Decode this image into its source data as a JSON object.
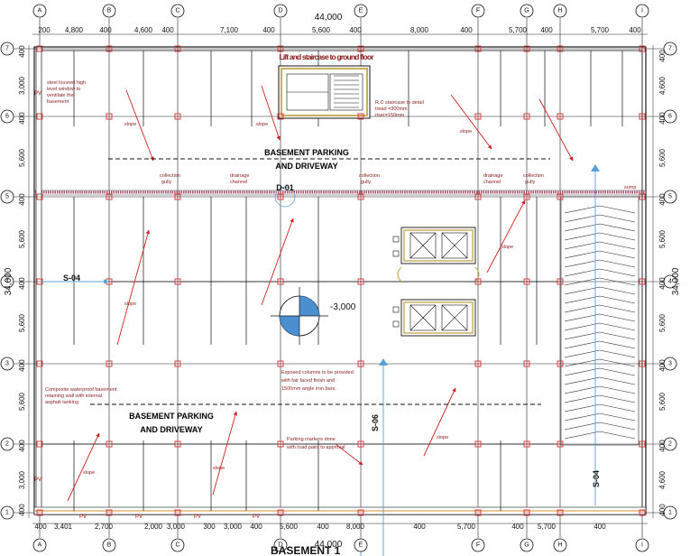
{
  "grid_columns": [
    "A",
    "B",
    "C",
    "D",
    "E",
    "F",
    "G",
    "H",
    "I"
  ],
  "grid_rows": [
    "7",
    "6",
    "5",
    "4",
    "3",
    "2",
    "1"
  ],
  "top_total_dim": "44,000",
  "bottom_total_dim": "44,000",
  "left_total_dim": "34,000",
  "right_total_dim": "34,000",
  "top_dims": [
    "200",
    "4,800",
    "400",
    "4,600",
    "400",
    "7,100",
    "400",
    "5,600",
    "400",
    "8,000",
    "400",
    "5,700",
    "400",
    "5,700",
    "400"
  ],
  "bottom_dims": [
    "400",
    "3,401",
    "2,700",
    "2,000",
    "3,000",
    "300",
    "3,000",
    "400",
    "5,600",
    "400",
    "8,000",
    "400",
    "5,700",
    "400",
    "5,700",
    "400"
  ],
  "left_dims": [
    "400",
    "3,000",
    "400",
    "5,600",
    "400",
    "5,600",
    "400",
    "5,600",
    "400",
    "5,600",
    "400",
    "3,000",
    "400"
  ],
  "right_dims": [
    "400",
    "4,600",
    "400",
    "5,600",
    "400",
    "5,600",
    "400",
    "5,600",
    "400",
    "5,600",
    "400",
    "4,600",
    "400"
  ],
  "labels": {
    "lift_staircase": "Lift and staircase to ground floor",
    "parking_top_1": "BASEMENT PARKING",
    "parking_top_2": "AND DRIVEWAY",
    "parking_bottom_1": "BASEMENT PARKING",
    "parking_bottom_2": "AND DRIVEWAY",
    "level": "-3,000",
    "section_d01": "D-01",
    "section_s04_left": "S-04",
    "section_s04_right": "S-04",
    "section_s06": "S-06",
    "title_partial": "BASEMENT 1"
  },
  "notes": {
    "steel_window": [
      "steel louvred high",
      "level window to",
      "ventilate the",
      "basement"
    ],
    "rc_stair": [
      "R.C staircase to detail",
      "tread =300mm",
      "riser=150mm"
    ],
    "retaining": [
      "Composite waterproof basement",
      "retaining wall with internal",
      "asphalt tanking"
    ],
    "exposed_columns": [
      "Exposed columns to be provided",
      "with fair faced finish and",
      "1500mm angle iron bars."
    ],
    "parking_markers": [
      "Parking markers done",
      "with road paint to approval"
    ],
    "collection_gully": [
      "collection",
      "gully"
    ],
    "drainage_channel": [
      "drainage",
      "channel"
    ],
    "sump": "sump",
    "slope": "slope",
    "pv": "PV"
  },
  "colors": {
    "wall": "#1a1a1a",
    "column": "#d04040",
    "slope_arrow": "#d02020",
    "section_line": "#5aa0d8",
    "channel": "#b05070",
    "note_text": "#8a1c1c"
  }
}
